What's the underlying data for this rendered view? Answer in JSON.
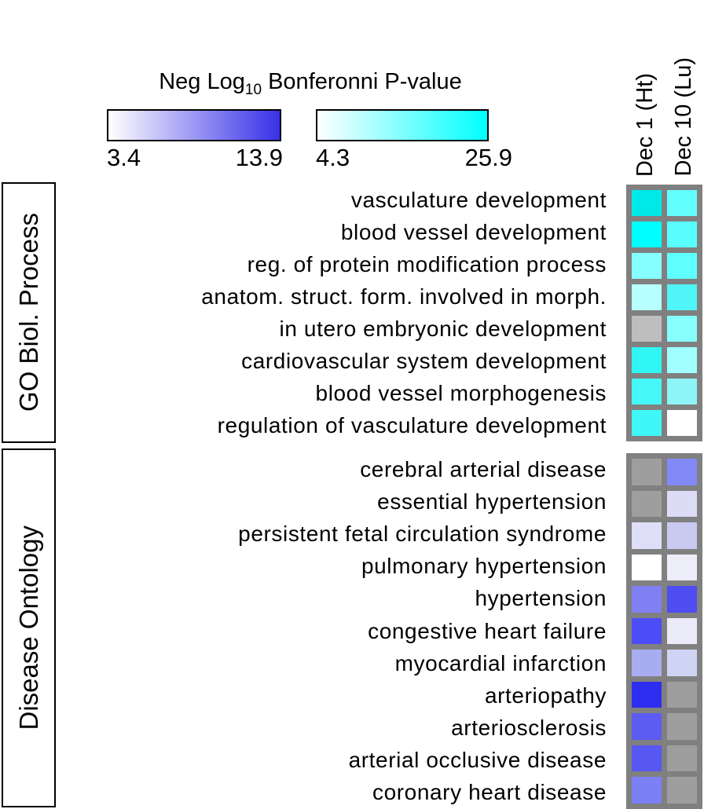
{
  "chart_data": {
    "type": "heatmap",
    "title": "Neg Log10 Bonferonni P-value",
    "columns": [
      "Dec 1 (Ht)",
      "Dec 10 (Lu)"
    ],
    "legend": {
      "title_prefix": "Neg Log",
      "title_sub": "10",
      "title_suffix": " Bonferonni P-value",
      "blue_scale": {
        "min_label": "3.4",
        "max_label": "13.9",
        "min": 3.4,
        "max": 13.9,
        "color_start": "#ffffff",
        "color_end": "#3831e8",
        "applies_to": "Disease Ontology"
      },
      "cyan_scale": {
        "min_label": "4.3",
        "max_label": "25.9",
        "min": 4.3,
        "max": 25.9,
        "color_start": "#ffffff",
        "color_end": "#00ffff",
        "applies_to": "GO Biol. Process"
      }
    },
    "grid_color": "#808080",
    "groups": [
      {
        "label": "GO Biol. Process",
        "scale": "cyan",
        "missing_color": "#bebebe",
        "rows": [
          {
            "label": "vasculature development",
            "colors": [
              "#00e9e9",
              "#63ffff"
            ],
            "values_est": [
              25.9,
              17.4
            ]
          },
          {
            "label": "blood vessel development",
            "colors": [
              "#00ffff",
              "#59ffff"
            ],
            "values_est": [
              25.9,
              18.2
            ]
          },
          {
            "label": "reg. of protein modification process",
            "colors": [
              "#85ffff",
              "#5effff"
            ],
            "values_est": [
              14.7,
              17.8
            ]
          },
          {
            "label": "anatom. struct. form. involved in morph.",
            "colors": [
              "#b8ffff",
              "#4ff5f7"
            ],
            "values_est": [
              10.3,
              19.4
            ]
          },
          {
            "label": "in utero embryonic development",
            "colors": [
              null,
              "#87ffff"
            ],
            "values_est": [
              null,
              14.5
            ]
          },
          {
            "label": "cardiovascular system development",
            "colors": [
              "#30f5f5",
              "#a0ffff"
            ],
            "values_est": [
              21.9,
              12.2
            ]
          },
          {
            "label": "blood vessel morphogenesis",
            "colors": [
              "#45f7f7",
              "#8df5f7"
            ],
            "values_est": [
              20.1,
              13.8
            ]
          },
          {
            "label": "regulation of vasculature development",
            "colors": [
              "#3ff7f7",
              "#ffffff"
            ],
            "values_est": [
              20.6,
              4.3
            ]
          }
        ]
      },
      {
        "label": "Disease Ontology",
        "scale": "blue",
        "missing_color": "#9e9e9e",
        "rows": [
          {
            "label": "cerebral arterial disease",
            "colors": [
              null,
              "#8289f7"
            ],
            "values_est": [
              null,
              10.0
            ]
          },
          {
            "label": "essential hypertension",
            "colors": [
              null,
              "#dcdcf7"
            ],
            "values_est": [
              null,
              5.2
            ]
          },
          {
            "label": "persistent fetal circulation syndrome",
            "colors": [
              "#dedef8",
              "#c9c9f2"
            ],
            "values_est": [
              5.1,
              6.2
            ]
          },
          {
            "label": "pulmonary hypertension",
            "colors": [
              "#ffffff",
              "#ededfa"
            ],
            "values_est": [
              3.4,
              4.3
            ]
          },
          {
            "label": "hypertension",
            "colors": [
              "#8080f2",
              "#4d4df2"
            ],
            "values_est": [
              10.1,
              12.7
            ]
          },
          {
            "label": "congestive heart failure",
            "colors": [
              "#4d4df7",
              "#ebebfa"
            ],
            "values_est": [
              12.7,
              4.5
            ]
          },
          {
            "label": "myocardial infarction",
            "colors": [
              "#a8adf2",
              "#cfd4f5"
            ],
            "values_est": [
              8.0,
              5.9
            ]
          },
          {
            "label": "arteriopathy",
            "colors": [
              "#2e2ef0",
              null
            ],
            "values_est": [
              13.9,
              null
            ]
          },
          {
            "label": "arteriosclerosis",
            "colors": [
              "#5c5cf2",
              null
            ],
            "values_est": [
              12.0,
              null
            ]
          },
          {
            "label": "arterial occlusive disease",
            "colors": [
              "#5757f2",
              null
            ],
            "values_est": [
              12.2,
              null
            ]
          },
          {
            "label": "coronary heart disease",
            "colors": [
              "#7b80f5",
              null
            ],
            "values_est": [
              10.3,
              null
            ]
          }
        ]
      }
    ]
  }
}
